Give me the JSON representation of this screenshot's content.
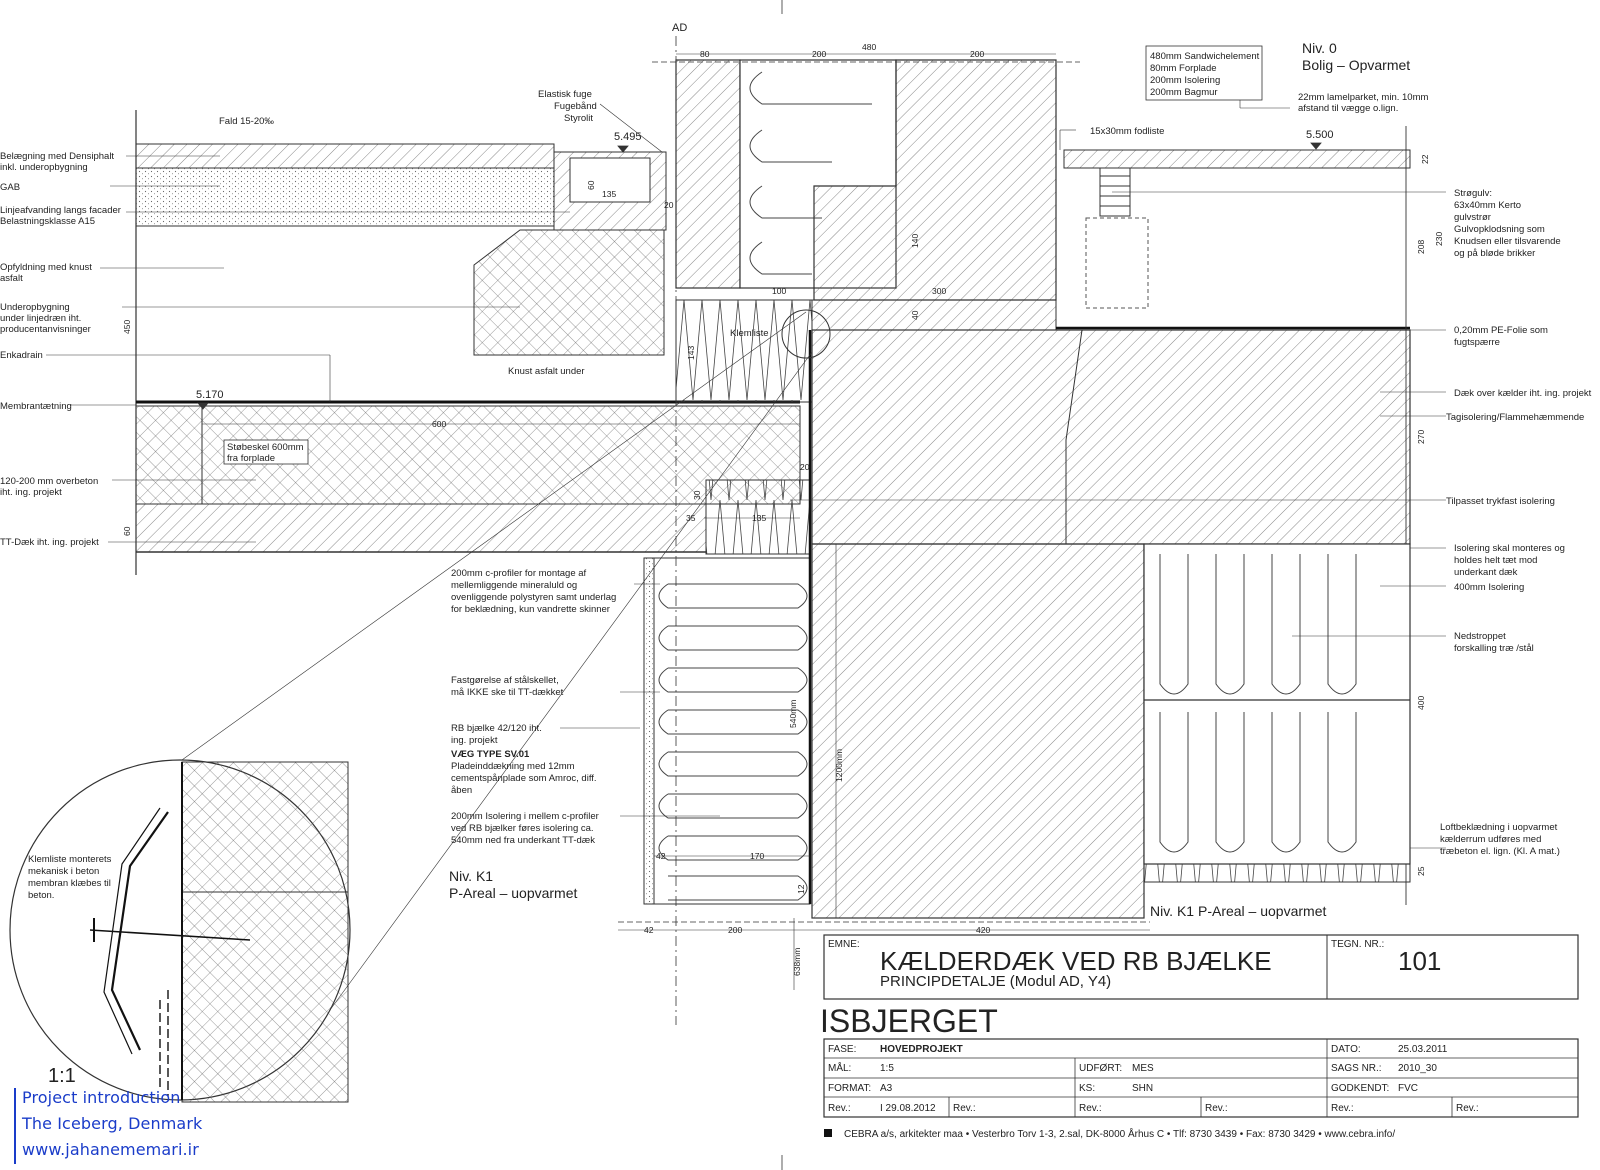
{
  "levels": {
    "top_section_mark": "AD",
    "niv0_title": "Niv. 0",
    "niv0_sub": "Bolig – Opvarmet",
    "nivk1_title": "Niv. K1",
    "nivk1_sub": "P-Areal – uopvarmet",
    "nivk1_inline": "Niv. K1  P-Areal – uopvarmet",
    "el_5495": "5.495",
    "el_5500": "5.500",
    "el_5170": "5.170"
  },
  "labels_left": {
    "belaegning_1": "Belægning med Densiphalt",
    "belaegning_2": "inkl. underopbygning",
    "gab": "GAB",
    "linje_1": "Linjeafvanding langs facader",
    "linje_2": "Belastningsklasse A15",
    "opfyld_1": "Opfyldning med knust",
    "opfyld_2": "asfalt",
    "under_1": "Underopbygning",
    "under_2": "under linjedræn iht.",
    "under_3": "producentanvisninger",
    "enkadrain": "Enkadrain",
    "membran": "Membrantætning",
    "overbeton_1": "120-200 mm overbeton",
    "overbeton_2": "iht. ing. projekt",
    "tt_daek": "TT-Dæk iht. ing. projekt",
    "fald": "Fald 15-20‰",
    "elastisk_1": "Elastisk fuge",
    "elastisk_2": "Fugebånd",
    "elastisk_3": "Styrolit",
    "knust": "Knust asfalt under",
    "klemliste": "Klemliste",
    "stobeskel_1": "Støbeskel 600mm",
    "stobeskel_2": "fra forplade"
  },
  "labels_mid": {
    "cprofil_1": "200mm c-profiler for montage af",
    "cprofil_2": "mellemliggende mineraluld og",
    "cprofil_3": "ovenliggende polystyren samt underlag",
    "cprofil_4": "for beklædning, kun vandrette skinner",
    "fastg_1": "Fastgørelse af stålskellet,",
    "fastg_2": "må IKKE ske til TT-dækket",
    "rb_1": "RB bjælke 42/120 iht.",
    "rb_2": "ing. projekt",
    "vaeg_type": "VÆG TYPE SV.01",
    "vaeg_1": "Pladeinddækning med 12mm",
    "vaeg_2": "cementspånplade som Amroc, diff.",
    "vaeg_3": "åben",
    "iso_1": "200mm Isolering i mellem c-profiler",
    "iso_2": "ved RB bjælker føres isolering ca.",
    "iso_3": "540mm ned fra underkant TT-dæk"
  },
  "labels_right": {
    "sandwich_1": "480mm Sandwichelement",
    "sandwich_2": "80mm Forplade",
    "sandwich_3": "200mm Isolering",
    "sandwich_4": "200mm Bagmur",
    "parket_1": "22mm lamelparket, min. 10mm",
    "parket_2": "afstand til vægge o.lign.",
    "fodliste": "15x30mm fodliste",
    "strogulv_1": "Strøgulv:",
    "strogulv_2": "63x40mm Kerto",
    "strogulv_3": "gulvstrør",
    "strogulv_4": "Gulvopklodsning som",
    "strogulv_5": "Knudsen eller tilsvarende",
    "strogulv_6": "og på bløde brikker",
    "pe_1": "0,20mm PE-Folie som",
    "pe_2": "fugtspærre",
    "daek_kaelder": "Dæk over kælder iht. ing. projekt",
    "tagiso": "Tagisolering/Flammehæmmende",
    "tilpasset": "Tilpasset trykfast isolering",
    "iso_mont_1": "Isolering skal monteres og",
    "iso_mont_2": "holdes helt tæt mod",
    "iso_mont_3": "underkant dæk",
    "iso_400": "400mm Isolering",
    "nedstroppet_1": "Nedstroppet",
    "nedstroppet_2": "forskalling træ /stål",
    "loft_1": "Loftbeklædning i uopvarmet",
    "loft_2": "kælderrum udføres med",
    "loft_3": "træbeton el. lign. (Kl. A mat.)"
  },
  "detail": {
    "klem_1": "Klemliste monterets",
    "klem_2": "mekanisk i beton",
    "klem_3": "membran klæbes til",
    "klem_4": "beton.",
    "scale": "1:1"
  },
  "dims": {
    "d80": "80",
    "d200a": "200",
    "d480": "480",
    "d200b": "200",
    "d100": "100",
    "d300": "300",
    "d140": "140",
    "d40": "40",
    "d600": "600",
    "d135a": "135",
    "d60": "60",
    "d20": "20",
    "d143": "143",
    "d30": "30",
    "d35": "35",
    "d135b": "135",
    "d20b": "20",
    "d450": "450",
    "d60b": "60",
    "d22": "22",
    "d230": "230",
    "d208": "208",
    "d270": "270",
    "d400": "400",
    "d25": "25",
    "d540": "540mm",
    "d1200": "1200mm",
    "d42": "42",
    "d170": "170",
    "d12": "12",
    "d42b": "42",
    "d200c": "200",
    "d420": "420",
    "d638": "638mm"
  },
  "title_block": {
    "emne_label": "EMNE:",
    "title": "KÆLDERDÆK VED RB BJÆLKE",
    "subtitle": "PRINCIPDETALJE (Modul AD, Y4)",
    "tegn_label": "TEGN. NR.:",
    "tegn_nr": "101",
    "project": "ISBJERGET",
    "fase_label": "FASE:",
    "fase": "HOVEDPROJEKT",
    "dato_label": "DATO:",
    "dato": "25.03.2011",
    "maal_label": "MÅL:",
    "maal": "1:5",
    "udfoert_label": "UDFØRT:",
    "udfoert": "MES",
    "sags_label": "SAGS NR.:",
    "sags": "2010_30",
    "format_label": "FORMAT:",
    "format": "A3",
    "ks_label": "KS:",
    "ks": "SHN",
    "godkendt_label": "GODKENDT:",
    "godkendt": "FVC",
    "rev_label": "Rev.:",
    "rev_value": "I 29.08.2012",
    "footer": "CEBRA a/s, arkitekter maa  •  Vesterbro Torv 1-3, 2.sal, DK-8000 Århus  C  •  Tlf: 8730 3439  •  Fax: 8730 3429  •  www.cebra.info/"
  },
  "credit": {
    "line1": "Project introduction",
    "line2": "The Iceberg, Denmark",
    "line3": "www.jahanememari.ir"
  },
  "colors": {
    "ink": "#222222",
    "credit": "#1a3cc9"
  }
}
